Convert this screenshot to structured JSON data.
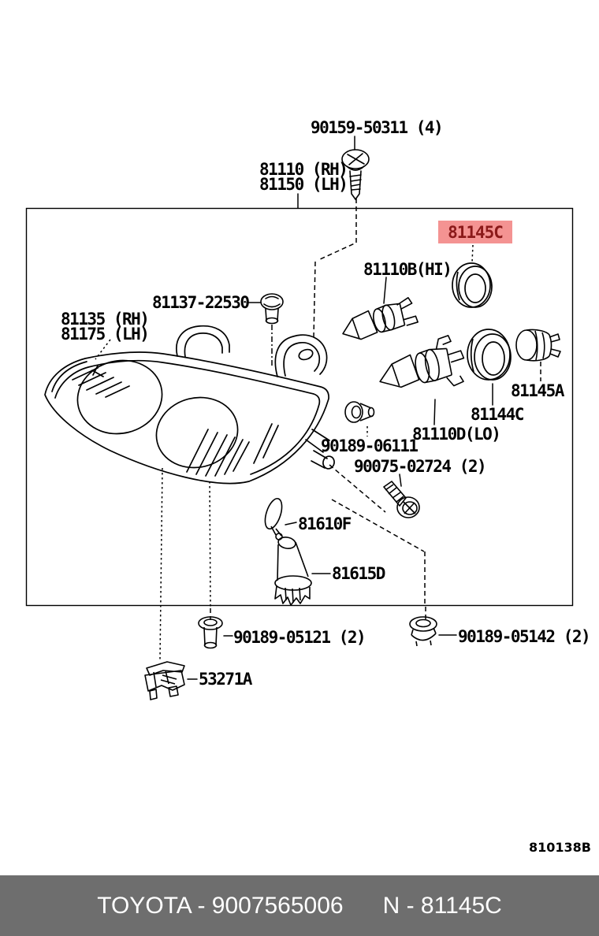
{
  "colors": {
    "background": "#FFFFFF",
    "line": "#000000",
    "highlight_bg": "#F49392",
    "highlight_text": "#8B1A1A",
    "footer_bg": "#6E6E6E"
  },
  "diagram": {
    "code": "810138B",
    "highlighted_part": "81145C",
    "parts": {
      "p90159": {
        "label": "90159-50311 (4)"
      },
      "p81110rh": {
        "label": "81110 (RH)"
      },
      "p81150lh": {
        "label": "81150 (LH)"
      },
      "p81145c": {
        "label": "81145C"
      },
      "p81110b": {
        "label": "81110B(HI)"
      },
      "p81137": {
        "label": "81137-22530"
      },
      "p81135rh": {
        "label": "81135 (RH)"
      },
      "p81175lh": {
        "label": "81175 (LH)"
      },
      "p81145a": {
        "label": "81145A"
      },
      "p81144c": {
        "label": "81144C"
      },
      "p81110d": {
        "label": "81110D(LO)"
      },
      "p90189_06111": {
        "label": "90189-06111"
      },
      "p90075": {
        "label": "90075-02724 (2)"
      },
      "p81610f": {
        "label": "81610F"
      },
      "p81615d": {
        "label": "81615D"
      },
      "p90189_05121": {
        "label": "90189-05121 (2)"
      },
      "p90189_05142": {
        "label": "90189-05142 (2)"
      },
      "p53271a": {
        "label": "53271A"
      }
    }
  },
  "footer": {
    "catalog": "TOYOTA - 9007565006",
    "part": "N - 81145C"
  }
}
